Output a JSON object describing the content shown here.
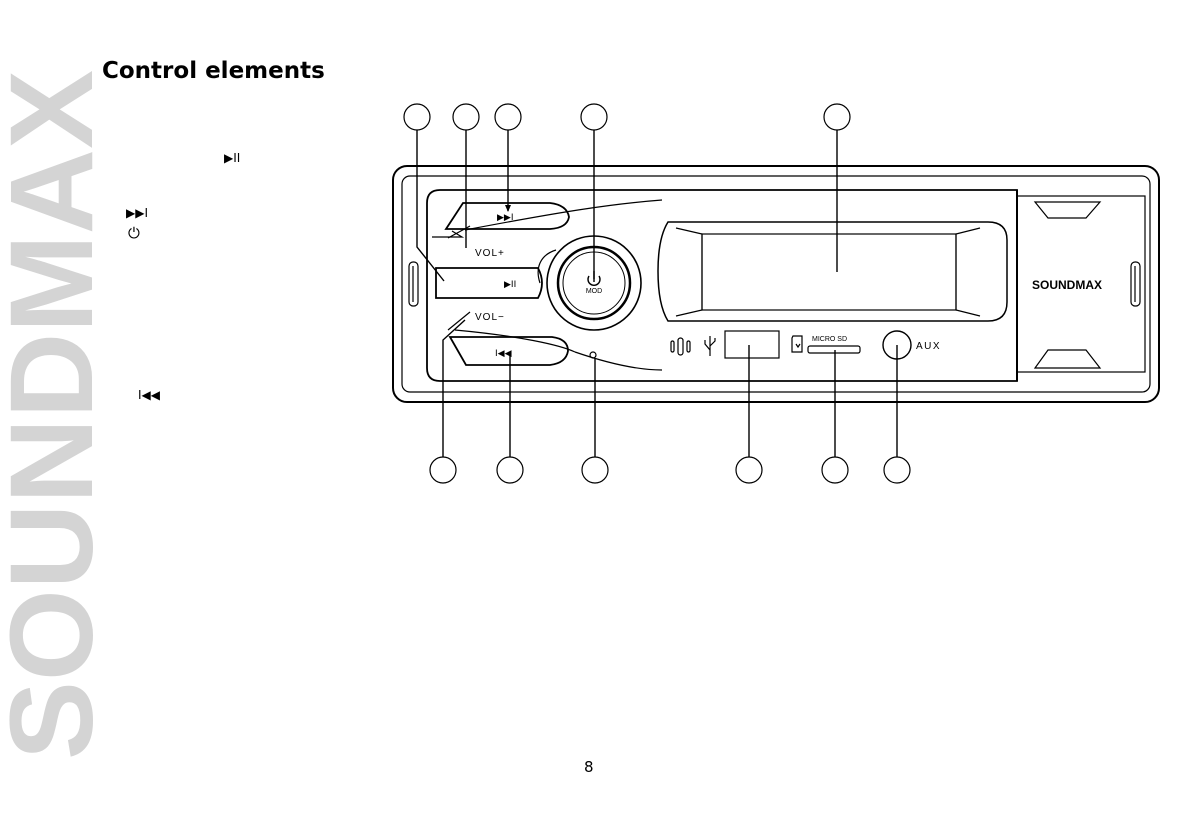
{
  "page": {
    "title": "Control elements",
    "page_number": "8",
    "brand_vertical": "SOUNDMAX"
  },
  "side_icons": {
    "play_pause": "▶II",
    "next": "▶▶I",
    "power": "⏻",
    "prev": "I◀◀"
  },
  "device": {
    "brand": "SOUNDMAX",
    "vol_plus": "VOL+",
    "vol_minus": "VOL−",
    "play_pause_symbol": "▶II",
    "next_symbol": "▶▶I",
    "prev_symbol": "I◀◀",
    "mod_label": "MOD",
    "micro_sd_label": "MICRO SD",
    "aux_label": "AUX"
  },
  "colors": {
    "brand_gray": "#d4d4d4",
    "ink": "#000000"
  }
}
